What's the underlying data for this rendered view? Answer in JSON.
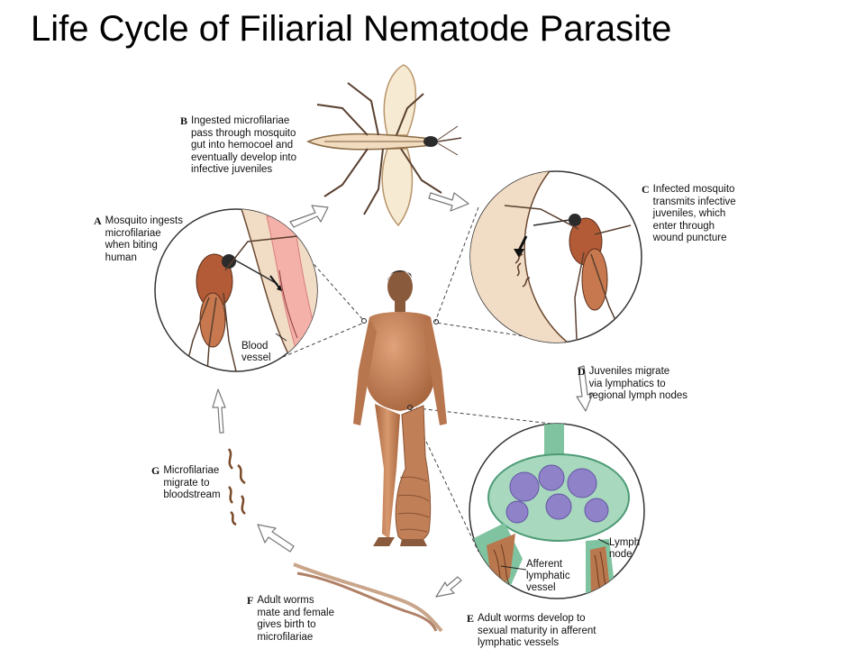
{
  "title": "Life Cycle of Filiarial Nematode Parasite",
  "steps": {
    "a": {
      "letter": "A",
      "text": "Mosquito ingests\nmicrofilariae\nwhen biting\nhuman"
    },
    "b": {
      "letter": "B",
      "text": "Ingested microfilariae\npass through mosquito\ngut into hemocoel and\neventually develop into\ninfective juveniles"
    },
    "c": {
      "letter": "C",
      "text": "Infected mosquito\ntransmits infective\njuveniles, which\nenter through\nwound puncture"
    },
    "d": {
      "letter": "D",
      "text": "Juveniles migrate\nvia lymphatics to\nregional lymph nodes"
    },
    "e": {
      "letter": "E",
      "text": "Adult worms develop to\nsexual maturity in afferent\nlymphatic vessels"
    },
    "f": {
      "letter": "F",
      "text": "Adult worms\nmate and female\ngives birth to\nmicrofilariae"
    },
    "g": {
      "letter": "G",
      "text": "Microfilariae\nmigrate to\nbloodstream"
    }
  },
  "labels": {
    "blood_vessel": "Blood\nvessel",
    "lymph_node": "Lymph\nnode",
    "afferent_vessel": "Afferent\nlymphatic\nvessel"
  },
  "colors": {
    "skin": "#c98a62",
    "skin_shadow": "#9a5c3a",
    "inset_bg": "#f1dcc6",
    "vessel": "#f3b1aa",
    "lymph_green": "#7fc3a0",
    "lymph_purple": "#8f82c9",
    "mosquito_body": "#b35a36",
    "arrow_fill": "#ffffff",
    "arrow_stroke": "#777777"
  }
}
